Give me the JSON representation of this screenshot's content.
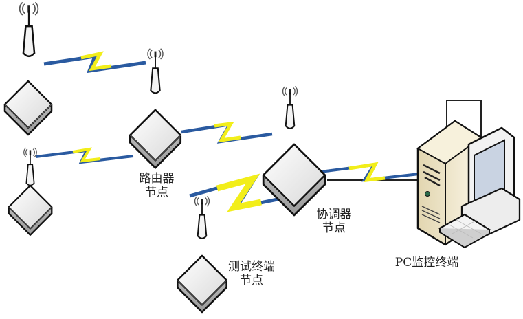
{
  "diagram": {
    "title": "Wireless sensor network topology",
    "nodes": [
      {
        "id": "end-node-top-left",
        "type": "end-device",
        "label": ""
      },
      {
        "id": "end-node-mid-left",
        "type": "end-device",
        "label": ""
      },
      {
        "id": "router-node",
        "type": "router",
        "label_line1": "路由器",
        "label_line2": "节点"
      },
      {
        "id": "coordinator-node",
        "type": "coordinator",
        "label_line1": "协调器",
        "label_line2": "节点"
      },
      {
        "id": "test-terminal-node",
        "type": "end-device",
        "label_line1": "测试终端",
        "label_line2": "节点"
      },
      {
        "id": "pc-monitor",
        "type": "pc",
        "label": "PC监控终端"
      }
    ],
    "links": [
      {
        "from": "end-node-top-left",
        "to": "router-node",
        "kind": "wireless"
      },
      {
        "from": "end-node-mid-left",
        "to": "router-node",
        "kind": "wireless"
      },
      {
        "from": "router-node",
        "to": "coordinator-node",
        "kind": "wireless"
      },
      {
        "from": "test-terminal-node",
        "to": "coordinator-node",
        "kind": "wireless"
      },
      {
        "from": "coordinator-node",
        "to": "pc-monitor",
        "kind": "wireless+wired"
      }
    ],
    "colors": {
      "bolt_fill": "#f2ee1a",
      "bolt_edge": "#2a5aa0",
      "box_fill": "#ececec",
      "outline": "#111111",
      "pc_case": "#efe6cc"
    }
  }
}
